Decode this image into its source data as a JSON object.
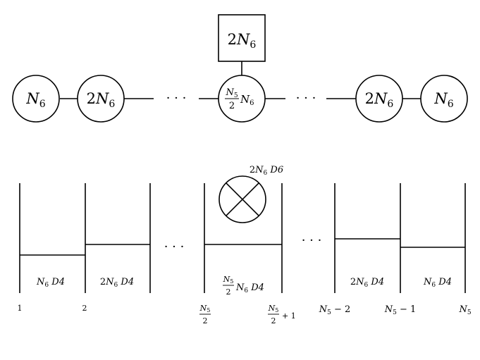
{
  "quiver": {
    "flavor_node": {
      "coef": "2",
      "var": "N",
      "sub": "6"
    },
    "nodes": [
      {
        "coef": "",
        "var": "N",
        "sub": "6"
      },
      {
        "coef": "2",
        "var": "N",
        "sub": "6"
      },
      {
        "frac_num_var": "N",
        "frac_num_sub": "5",
        "frac_den": "2",
        "var": "N",
        "sub": "6"
      },
      {
        "coef": "2",
        "var": "N",
        "sub": "6"
      },
      {
        "coef": "",
        "var": "N",
        "sub": "6"
      }
    ],
    "ellipsis": "· · ·"
  },
  "brane": {
    "d6_label": {
      "coef": "2",
      "var": "N",
      "sub": "6",
      "type": "D6"
    },
    "ellipsis": "· · ·",
    "segments": [
      {
        "coef": "",
        "var": "N",
        "sub": "6",
        "type": "D4"
      },
      {
        "coef": "2",
        "var": "N",
        "sub": "6",
        "type": "D4"
      },
      {
        "frac_num_var": "N",
        "frac_num_sub": "5",
        "frac_den": "2",
        "var": "N",
        "sub": "6",
        "type": "D4"
      },
      {
        "coef": "2",
        "var": "N",
        "sub": "6",
        "type": "D4"
      },
      {
        "coef": "",
        "var": "N",
        "sub": "6",
        "type": "D4"
      }
    ],
    "ns5_labels": {
      "l1": "1",
      "l2": "2",
      "l3": {
        "num_var": "N",
        "num_sub": "5",
        "den": "2"
      },
      "l4": {
        "num_var": "N",
        "num_sub": "5",
        "den": "2",
        "suffix": "+ 1"
      },
      "l5": {
        "var": "N",
        "sub": "5",
        "suffix": "− 2"
      },
      "l6": {
        "var": "N",
        "sub": "5",
        "suffix": "− 1"
      },
      "l7": {
        "var": "N",
        "sub": "5"
      }
    }
  }
}
